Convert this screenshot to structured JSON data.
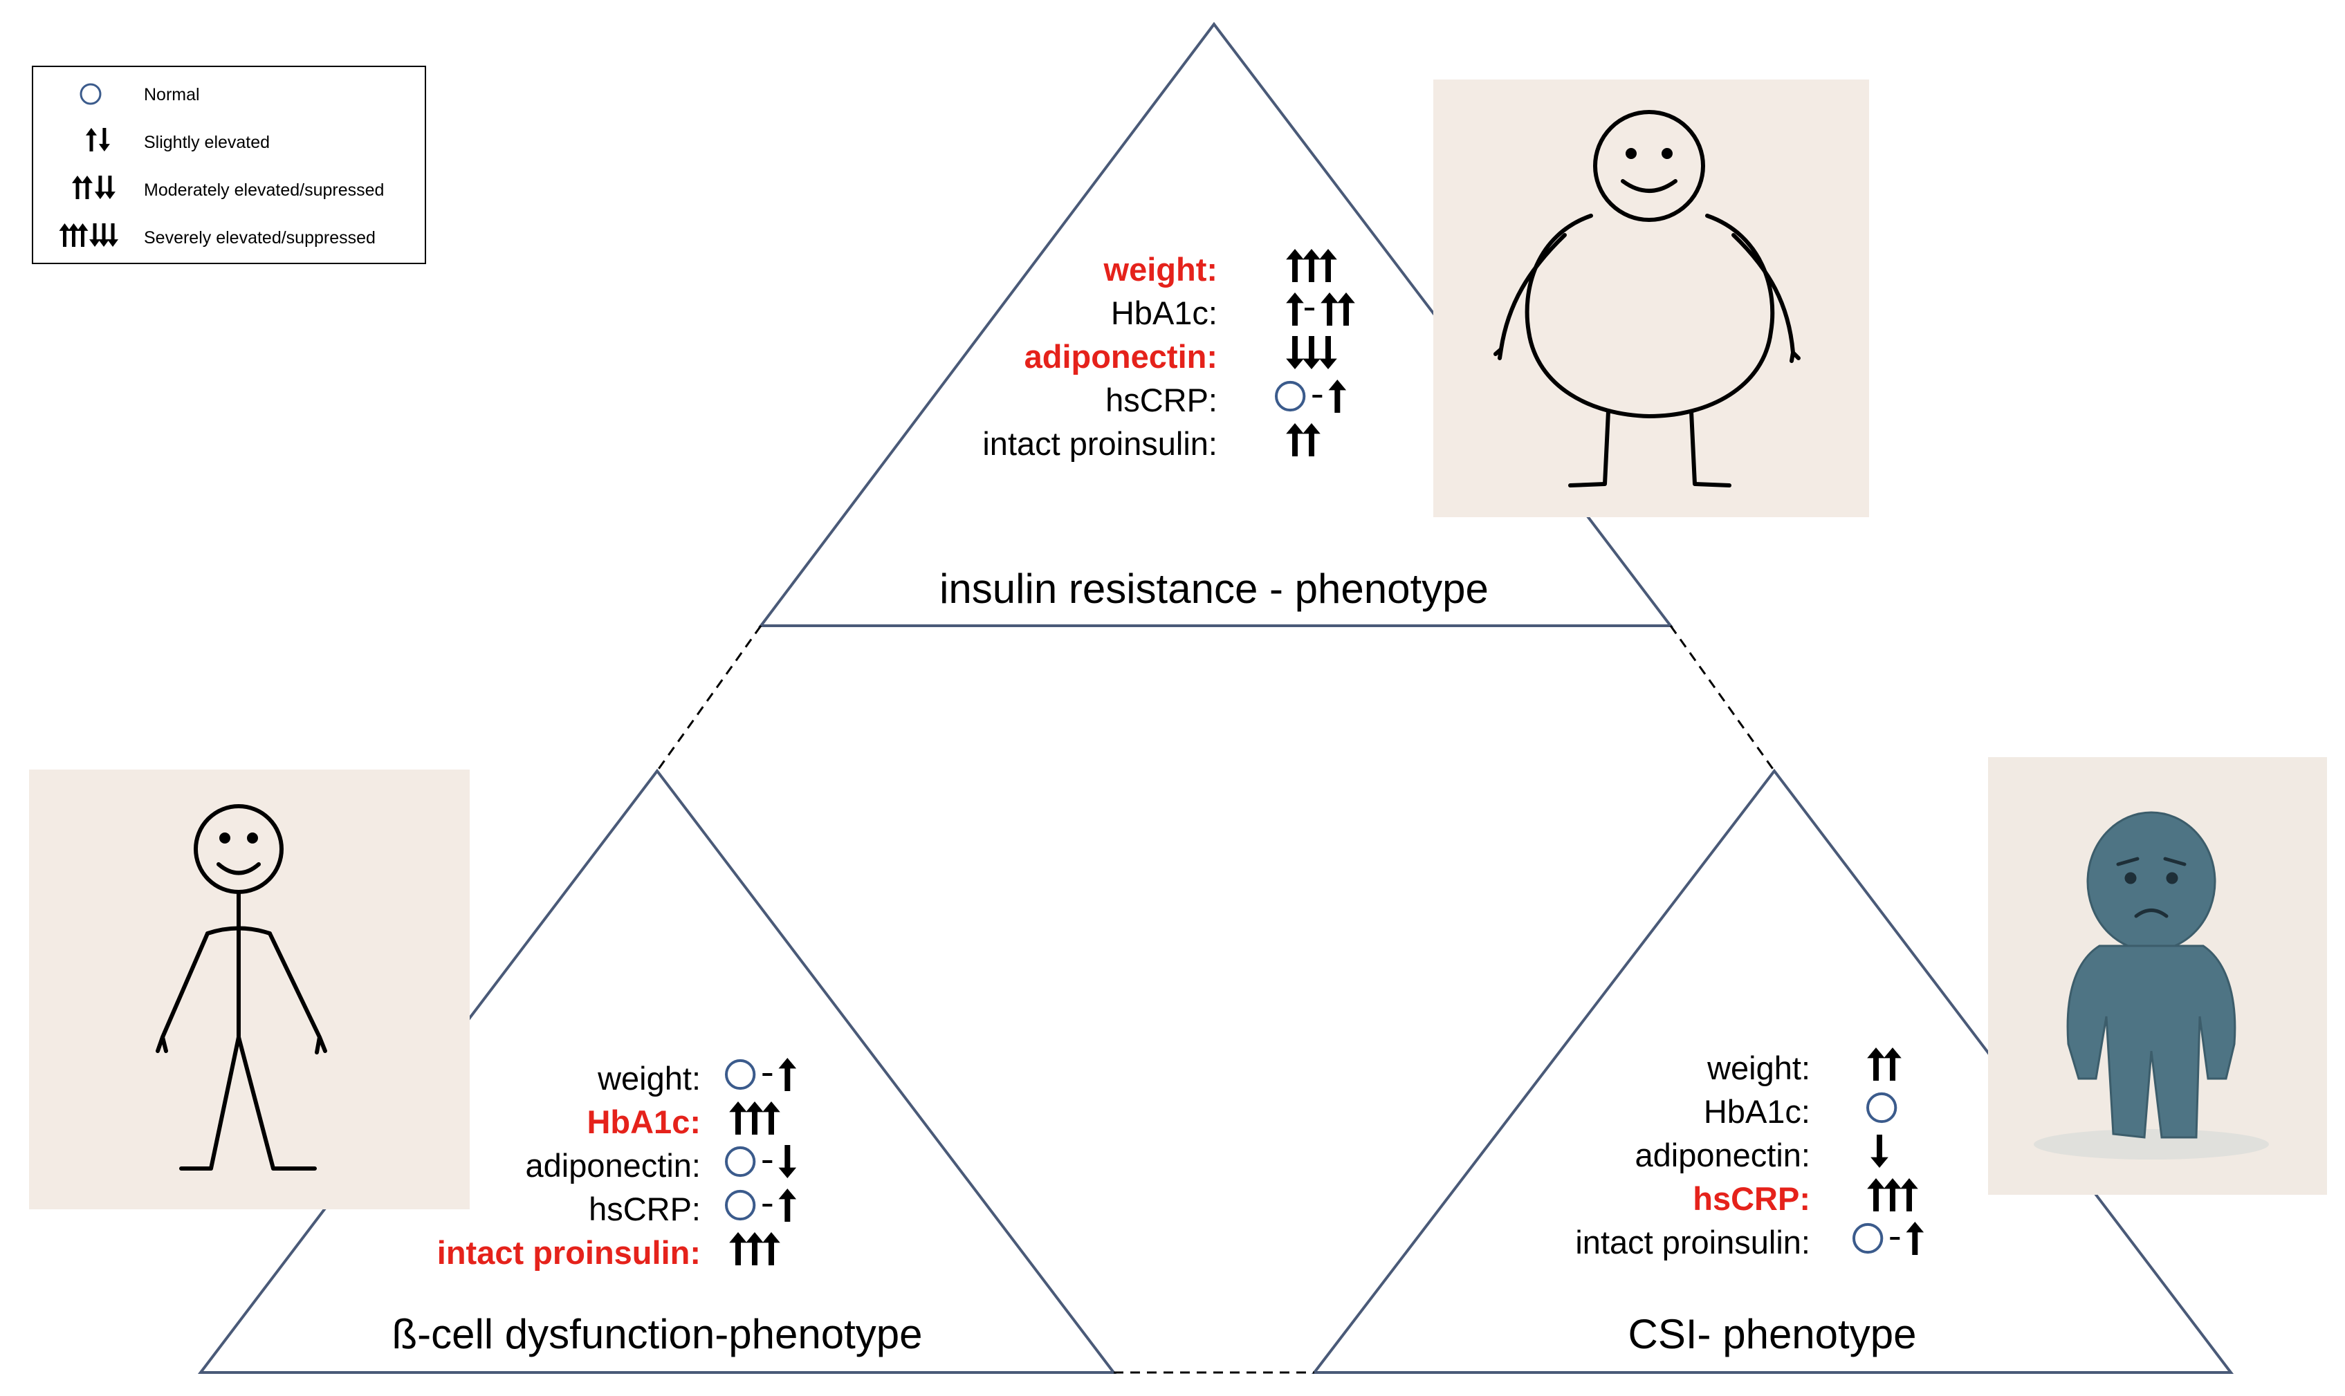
{
  "legend": {
    "items": [
      {
        "symbol": "circle",
        "label": "Normal"
      },
      {
        "symbol": "up-down-1",
        "label": "Slightly elevated"
      },
      {
        "symbol": "up-down-2",
        "label": "Moderately elevated/supressed"
      },
      {
        "symbol": "up-down-3",
        "label": "Severely elevated/suppressed"
      }
    ]
  },
  "phenotypes": {
    "insulin_resistance": {
      "title": "insulin resistance - phenotype",
      "illustration": "obese-smiling-figure",
      "params": [
        {
          "label": "weight:",
          "highlight": true,
          "value": [
            {
              "t": "up",
              "n": 3
            }
          ]
        },
        {
          "label": "HbA1c:",
          "highlight": false,
          "value": [
            {
              "t": "up",
              "n": 1
            },
            {
              "t": "dash"
            },
            {
              "t": "up",
              "n": 2
            }
          ]
        },
        {
          "label": "adiponectin:",
          "highlight": true,
          "value": [
            {
              "t": "down",
              "n": 3
            }
          ]
        },
        {
          "label": "hsCRP:",
          "highlight": false,
          "value": [
            {
              "t": "circle"
            },
            {
              "t": "dash"
            },
            {
              "t": "up",
              "n": 1
            }
          ]
        },
        {
          "label": "intact proinsulin:",
          "highlight": false,
          "value": [
            {
              "t": "up",
              "n": 2
            }
          ]
        }
      ]
    },
    "beta_cell": {
      "title": "ß-cell dysfunction-phenotype",
      "illustration": "thin-stick-figure",
      "params": [
        {
          "label": "weight:",
          "highlight": false,
          "value": [
            {
              "t": "circle"
            },
            {
              "t": "dash"
            },
            {
              "t": "up",
              "n": 1
            }
          ]
        },
        {
          "label": "HbA1c:",
          "highlight": true,
          "value": [
            {
              "t": "up",
              "n": 3
            }
          ]
        },
        {
          "label": "adiponectin:",
          "highlight": false,
          "value": [
            {
              "t": "circle"
            },
            {
              "t": "dash"
            },
            {
              "t": "down",
              "n": 1
            }
          ]
        },
        {
          "label": "hsCRP:",
          "highlight": false,
          "value": [
            {
              "t": "circle"
            },
            {
              "t": "dash"
            },
            {
              "t": "up",
              "n": 1
            }
          ]
        },
        {
          "label": "intact proinsulin:",
          "highlight": true,
          "value": [
            {
              "t": "up",
              "n": 3
            }
          ]
        }
      ]
    },
    "csi": {
      "title": "CSI- phenotype",
      "illustration": "sad-figure",
      "params": [
        {
          "label": "weight:",
          "highlight": false,
          "value": [
            {
              "t": "up",
              "n": 2
            }
          ]
        },
        {
          "label": "HbA1c:",
          "highlight": false,
          "value": [
            {
              "t": "circle"
            }
          ]
        },
        {
          "label": "adiponectin:",
          "highlight": false,
          "value": [
            {
              "t": "down",
              "n": 1
            }
          ]
        },
        {
          "label": "hsCRP:",
          "highlight": true,
          "value": [
            {
              "t": "up",
              "n": 3
            }
          ]
        },
        {
          "label": "intact proinsulin:",
          "highlight": false,
          "value": [
            {
              "t": "circle"
            },
            {
              "t": "dash"
            },
            {
              "t": "up",
              "n": 1
            }
          ]
        }
      ]
    }
  },
  "colors": {
    "triangle_stroke": "#4a5a78",
    "highlight": "#e5221b",
    "normal_text": "#000000",
    "normal_circle": "#3b5b8c",
    "panel_bg": "#f3ebe4",
    "sad_figure": "#4e7484"
  }
}
